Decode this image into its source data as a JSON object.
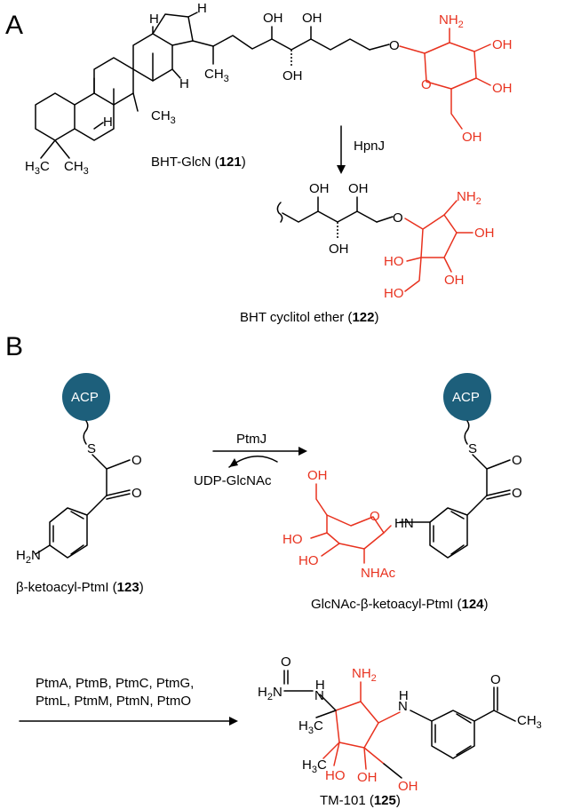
{
  "panels": {
    "a": "A",
    "b": "B"
  },
  "colors": {
    "highlight": "#e8321f",
    "acp_fill": "#1d5f7b",
    "ink": "#000000"
  },
  "reaction1": {
    "reactant": {
      "name": "BHT-GlcN (",
      "number": "121",
      "close": ")"
    },
    "enzyme": "HpnJ",
    "product": {
      "name": "BHT cyclitol ether (",
      "number": "122",
      "close": ")"
    }
  },
  "reaction2": {
    "reactant": {
      "name": "β-ketoacyl-PtmI (",
      "number": "123",
      "close": ")"
    },
    "enzyme": "PtmJ",
    "cosubstrate": "UDP-GlcNAc",
    "product": {
      "name": "GlcNAc-β-ketoacyl-PtmI (",
      "number": "124",
      "close": ")"
    }
  },
  "reaction3": {
    "enzymes_line1": "PtmA, PtmB, PtmC, PtmG,",
    "enzymes_line2": "PtmL, PtmM, PtmN, PtmO",
    "product": {
      "name": "TM-101 (",
      "number": "125",
      "close": ")"
    }
  },
  "acp_label": "ACP",
  "atoms": {
    "H": "H",
    "OH": "OH",
    "HO": "HO",
    "O": "O",
    "S": "S",
    "HN": "HN",
    "NH2": "NH",
    "sub2": "2",
    "CH": "CH",
    "sub3": "3",
    "H3C": "H",
    "C": "C",
    "H2N": "H",
    "N": "N",
    "NHAc": "NHAc",
    "H2Nb": "H",
    "Nb": "N"
  }
}
